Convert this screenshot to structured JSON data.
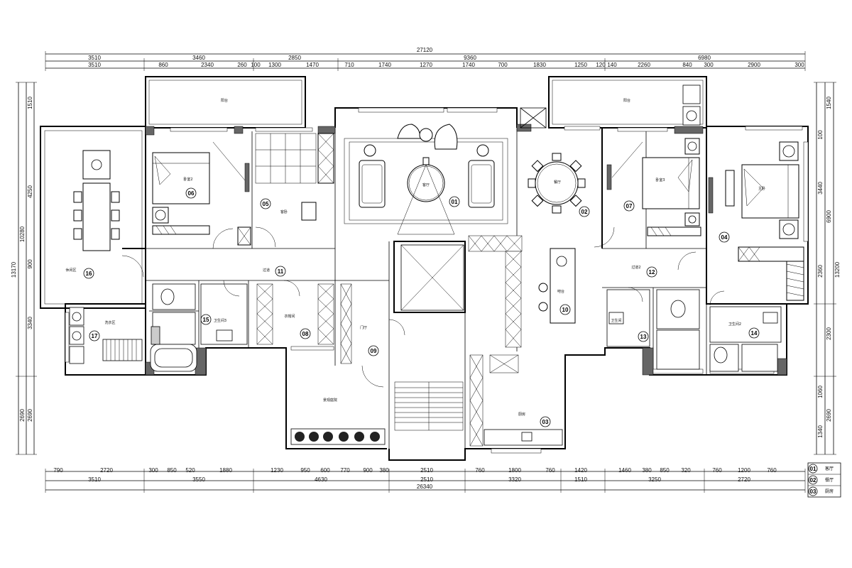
{
  "dimensions": {
    "top_overall": "27120",
    "top_main": [
      "3510",
      "3460",
      "2850",
      "9360",
      "6980"
    ],
    "top_detail_a": [
      "3510",
      "860",
      "2340",
      "260",
      "100",
      "1300",
      "1470"
    ],
    "top_detail_b": [
      "710",
      "1740",
      "1270",
      "1740",
      "700",
      "1830",
      "1250",
      "120",
      "140",
      "2260",
      "840",
      "300",
      "2900",
      "300"
    ],
    "bottom_detail": [
      "790",
      "2720",
      "300",
      "850",
      "520",
      "1880",
      "1230",
      "950",
      "600",
      "770",
      "900",
      "380",
      "2510",
      "760",
      "1800",
      "760",
      "1420",
      "1460",
      "380",
      "850",
      "320",
      "760",
      "1200",
      "760"
    ],
    "bottom_main": [
      "3510",
      "3550",
      "4630",
      "2510",
      "3320",
      "1510",
      "3250",
      "2720"
    ],
    "bottom_overall": "26340",
    "left_overall": "13170",
    "left_main": [
      "10280",
      "2690"
    ],
    "left_detail": [
      "1510",
      "4250",
      "900",
      "3340",
      "2690"
    ],
    "right_overall": "13200",
    "right_main": [
      "1540",
      "6900",
      "2300",
      "2690"
    ],
    "right_detail_a": [
      "100",
      "3440",
      "2360"
    ],
    "right_detail_b": [
      "1060",
      "1340"
    ]
  },
  "rooms": [
    {
      "num": "01",
      "label": "客厅"
    },
    {
      "num": "02",
      "label": "餐厅"
    },
    {
      "num": "03",
      "label": "厨房"
    },
    {
      "num": "04",
      "label": "主卧"
    },
    {
      "num": "05",
      "label": "客卧"
    },
    {
      "num": "06",
      "label": "卧室2"
    },
    {
      "num": "07",
      "label": "卧室3"
    },
    {
      "num": "08",
      "label": "衣帽间"
    },
    {
      "num": "09",
      "label": "门厅"
    },
    {
      "num": "10",
      "label": "吧台"
    },
    {
      "num": "11",
      "label": "过道"
    },
    {
      "num": "12",
      "label": "过道2"
    },
    {
      "num": "13",
      "label": "卫生间"
    },
    {
      "num": "14",
      "label": "卫生间2"
    },
    {
      "num": "15",
      "label": "卫生间3"
    },
    {
      "num": "16",
      "label": "休闲区"
    },
    {
      "num": "17",
      "label": "洗衣区"
    }
  ],
  "area_labels": {
    "balcony_left": "阳台",
    "balcony_right": "阳台",
    "garden": "景观庭院"
  },
  "legend": [
    {
      "num": "01",
      "label": "客厅"
    },
    {
      "num": "02",
      "label": "餐厅"
    },
    {
      "num": "03",
      "label": "厨房"
    }
  ]
}
